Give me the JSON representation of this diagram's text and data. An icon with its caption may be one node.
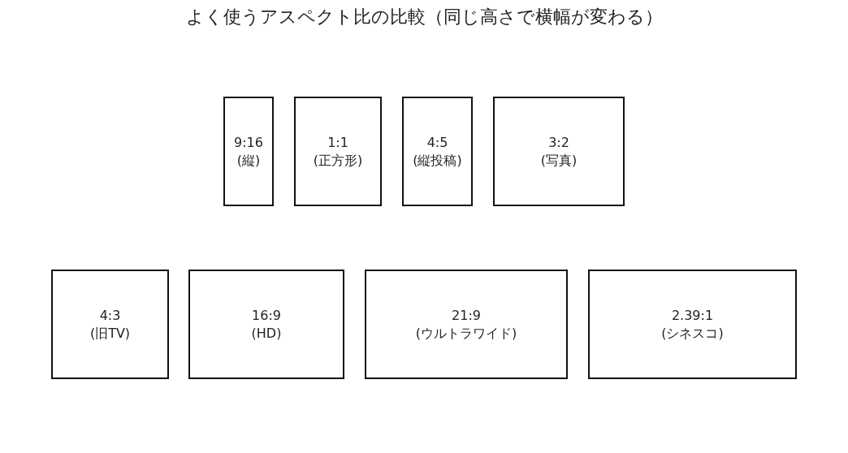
{
  "diagram": {
    "title": "よく使うアスペクト比の比較（同じ高さで横幅が変わる）",
    "nodes": [
      {
        "text": [
          "9:16",
          "(縦)"
        ]
      },
      {
        "text": [
          "1:1",
          "(正方形)"
        ]
      },
      {
        "text": [
          "4:5",
          "(縦投稿)"
        ]
      },
      {
        "text": [
          "3:2",
          "(写真)"
        ]
      },
      {
        "text": [
          "4:3",
          "(旧TV)"
        ]
      },
      {
        "text": [
          "16:9",
          "(HD)"
        ]
      },
      {
        "text": [
          "21:9",
          "(ウルトラワイド)"
        ]
      },
      {
        "text": [
          "2.39:1",
          "(シネスコ)"
        ]
      }
    ]
  }
}
